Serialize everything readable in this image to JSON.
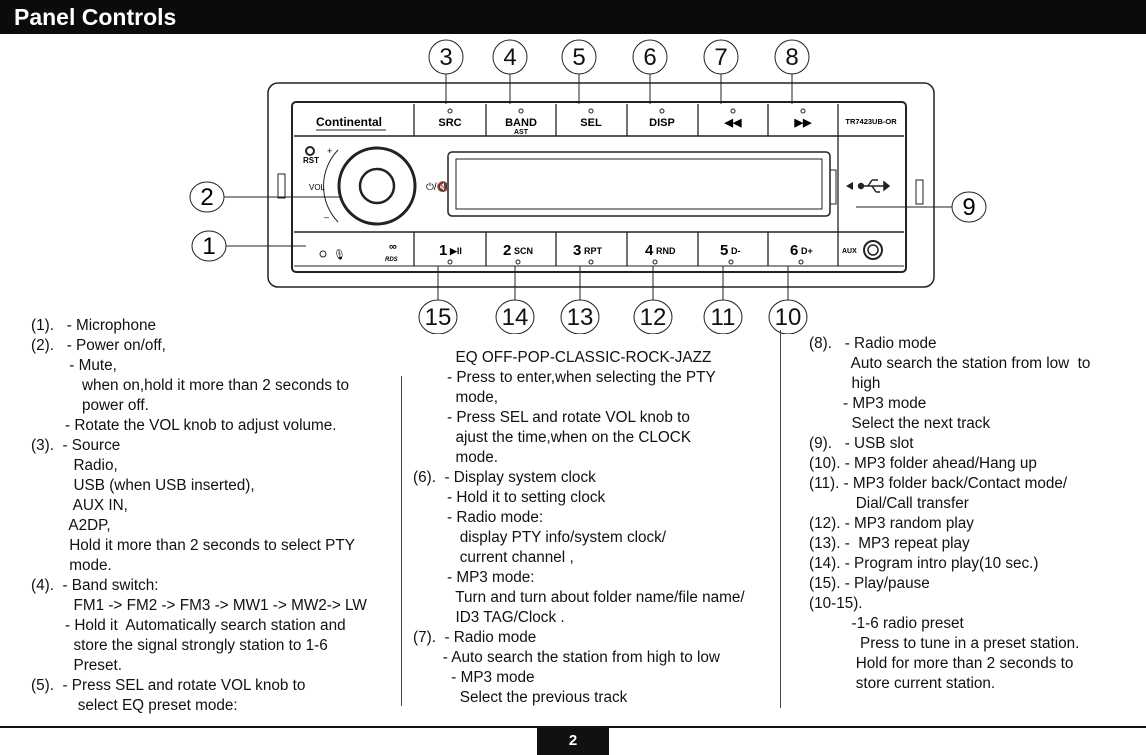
{
  "header": {
    "title": "Panel Controls"
  },
  "diagram": {
    "brand": "Continental",
    "model": "TR7423UB-OR",
    "top_buttons": [
      {
        "label": "SRC",
        "sub": ""
      },
      {
        "label": "BAND",
        "sub": "AST"
      },
      {
        "label": "SEL",
        "sub": ""
      },
      {
        "label": "DISP",
        "sub": ""
      },
      {
        "label": "◀◀",
        "sub": ""
      },
      {
        "label": "▶▶",
        "sub": ""
      }
    ],
    "preset_buttons": [
      {
        "num": "1",
        "label": "▶II"
      },
      {
        "num": "2",
        "label": "SCN"
      },
      {
        "num": "3",
        "label": "RPT"
      },
      {
        "num": "4",
        "label": "RND"
      },
      {
        "num": "5",
        "label": "D-"
      },
      {
        "num": "6",
        "label": "D+"
      }
    ],
    "knob_labels": {
      "rst": "RST",
      "vol": "VOL",
      "plus": "+",
      "minus": "–"
    },
    "rds": "RDS",
    "aux": "AUX",
    "power_mute": "⏻/🔇",
    "callouts_top": [
      "3",
      "4",
      "5",
      "6",
      "7",
      "8"
    ],
    "callouts_bottom": [
      "15",
      "14",
      "13",
      "12",
      "11",
      "10"
    ],
    "callout_2": "2",
    "callout_1": "1",
    "callout_9": "9"
  },
  "col1": [
    "(1).   - Microphone",
    "(2).   - Power on/off,",
    "         - Mute,",
    "            when on,hold it more than 2 seconds to",
    "            power off.",
    "        - Rotate the VOL knob to adjust volume.",
    "(3).  - Source",
    "          Radio,",
    "          USB (when USB inserted),",
    "          AUX IN,",
    "         A2DP,",
    "         Hold it more than 2 seconds to select PTY",
    "         mode.",
    "(4).  - Band switch:",
    "          FM1 -> FM2 -> FM3 -> MW1 -> MW2-> LW",
    "        - Hold it  Automatically search station and",
    "          store the signal strongly station to 1-6",
    "          Preset.",
    "(5).  - Press SEL and rotate VOL knob to",
    "           select EQ preset mode:"
  ],
  "col2": [
    "          EQ OFF-POP-CLASSIC-ROCK-JAZZ",
    "        - Press to enter,when selecting the PTY",
    "          mode,",
    "        - Press SEL and rotate VOL knob to",
    "          ajust the time,when on the CLOCK",
    "          mode.",
    "(6).  - Display system clock",
    "        - Hold it to setting clock",
    "        - Radio mode:",
    "           display PTY info/system clock/",
    "           current channel ,",
    "        - MP3 mode:",
    "          Turn and turn about folder name/file name/",
    "          ID3 TAG/Clock .",
    "(7).  - Radio mode",
    "       - Auto search the station from high to low",
    "         - MP3 mode",
    "           Select the previous track"
  ],
  "col3": [
    "(8).   - Radio mode",
    "          Auto search the station from low  to",
    "          high",
    "        - MP3 mode",
    "          Select the next track",
    "(9).   - USB slot",
    "(10). - MP3 folder ahead/Hang up",
    "(11). - MP3 folder back/Contact mode/",
    "           Dial/Call transfer",
    "(12). - MP3 random play",
    "(13). -  MP3 repeat play",
    "(14). - Program intro play(10 sec.)",
    "(15). - Play/pause",
    "(10-15).",
    "          -1-6 radio preset",
    "            Press to tune in a preset station.",
    "           Hold for more than 2 seconds to",
    "           store current station."
  ],
  "footer": {
    "page": "2"
  }
}
